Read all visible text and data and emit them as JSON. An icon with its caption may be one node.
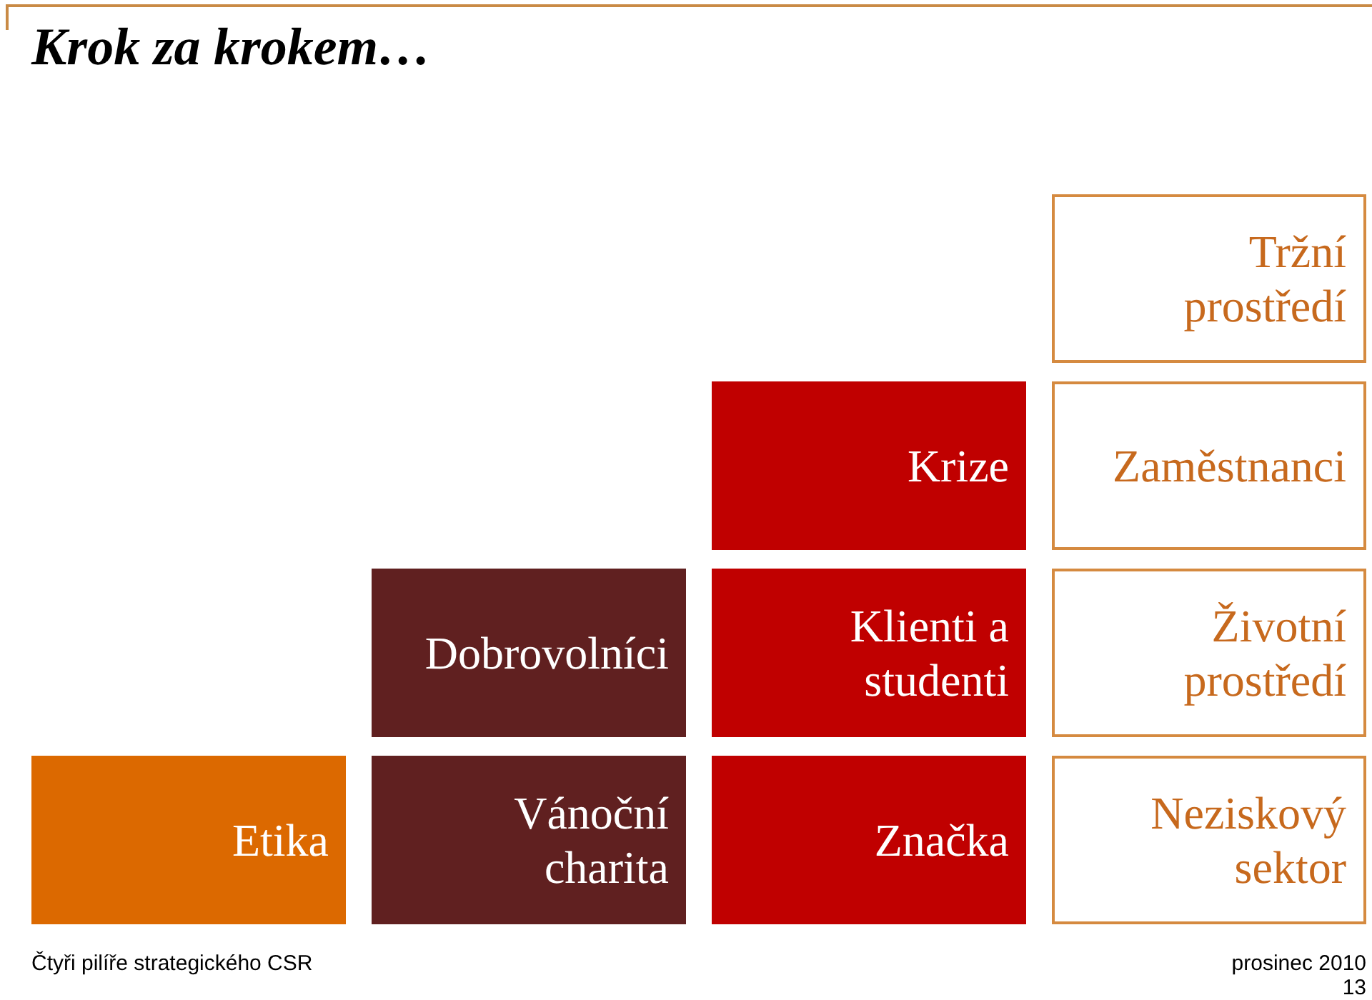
{
  "diagram": {
    "title": "Krok za krokem…",
    "nodes": [
      {
        "text": [
          "Tržní prostředí"
        ]
      },
      {
        "text": [
          "Krize"
        ]
      },
      {
        "text": [
          "Zaměstnanci"
        ]
      },
      {
        "text": [
          "Dobrovolníci"
        ]
      },
      {
        "text": [
          "Klienti a studenti"
        ]
      },
      {
        "text": [
          "Životní prostředí"
        ]
      },
      {
        "text": [
          "Etika"
        ]
      },
      {
        "text": [
          "Vánoční charita"
        ]
      },
      {
        "text": [
          "Značka"
        ]
      },
      {
        "text": [
          "Neziskový sektor"
        ]
      }
    ],
    "labels": [
      "Čtyři pilíře strategického CSR",
      "prosinec 2010",
      "13"
    ]
  }
}
